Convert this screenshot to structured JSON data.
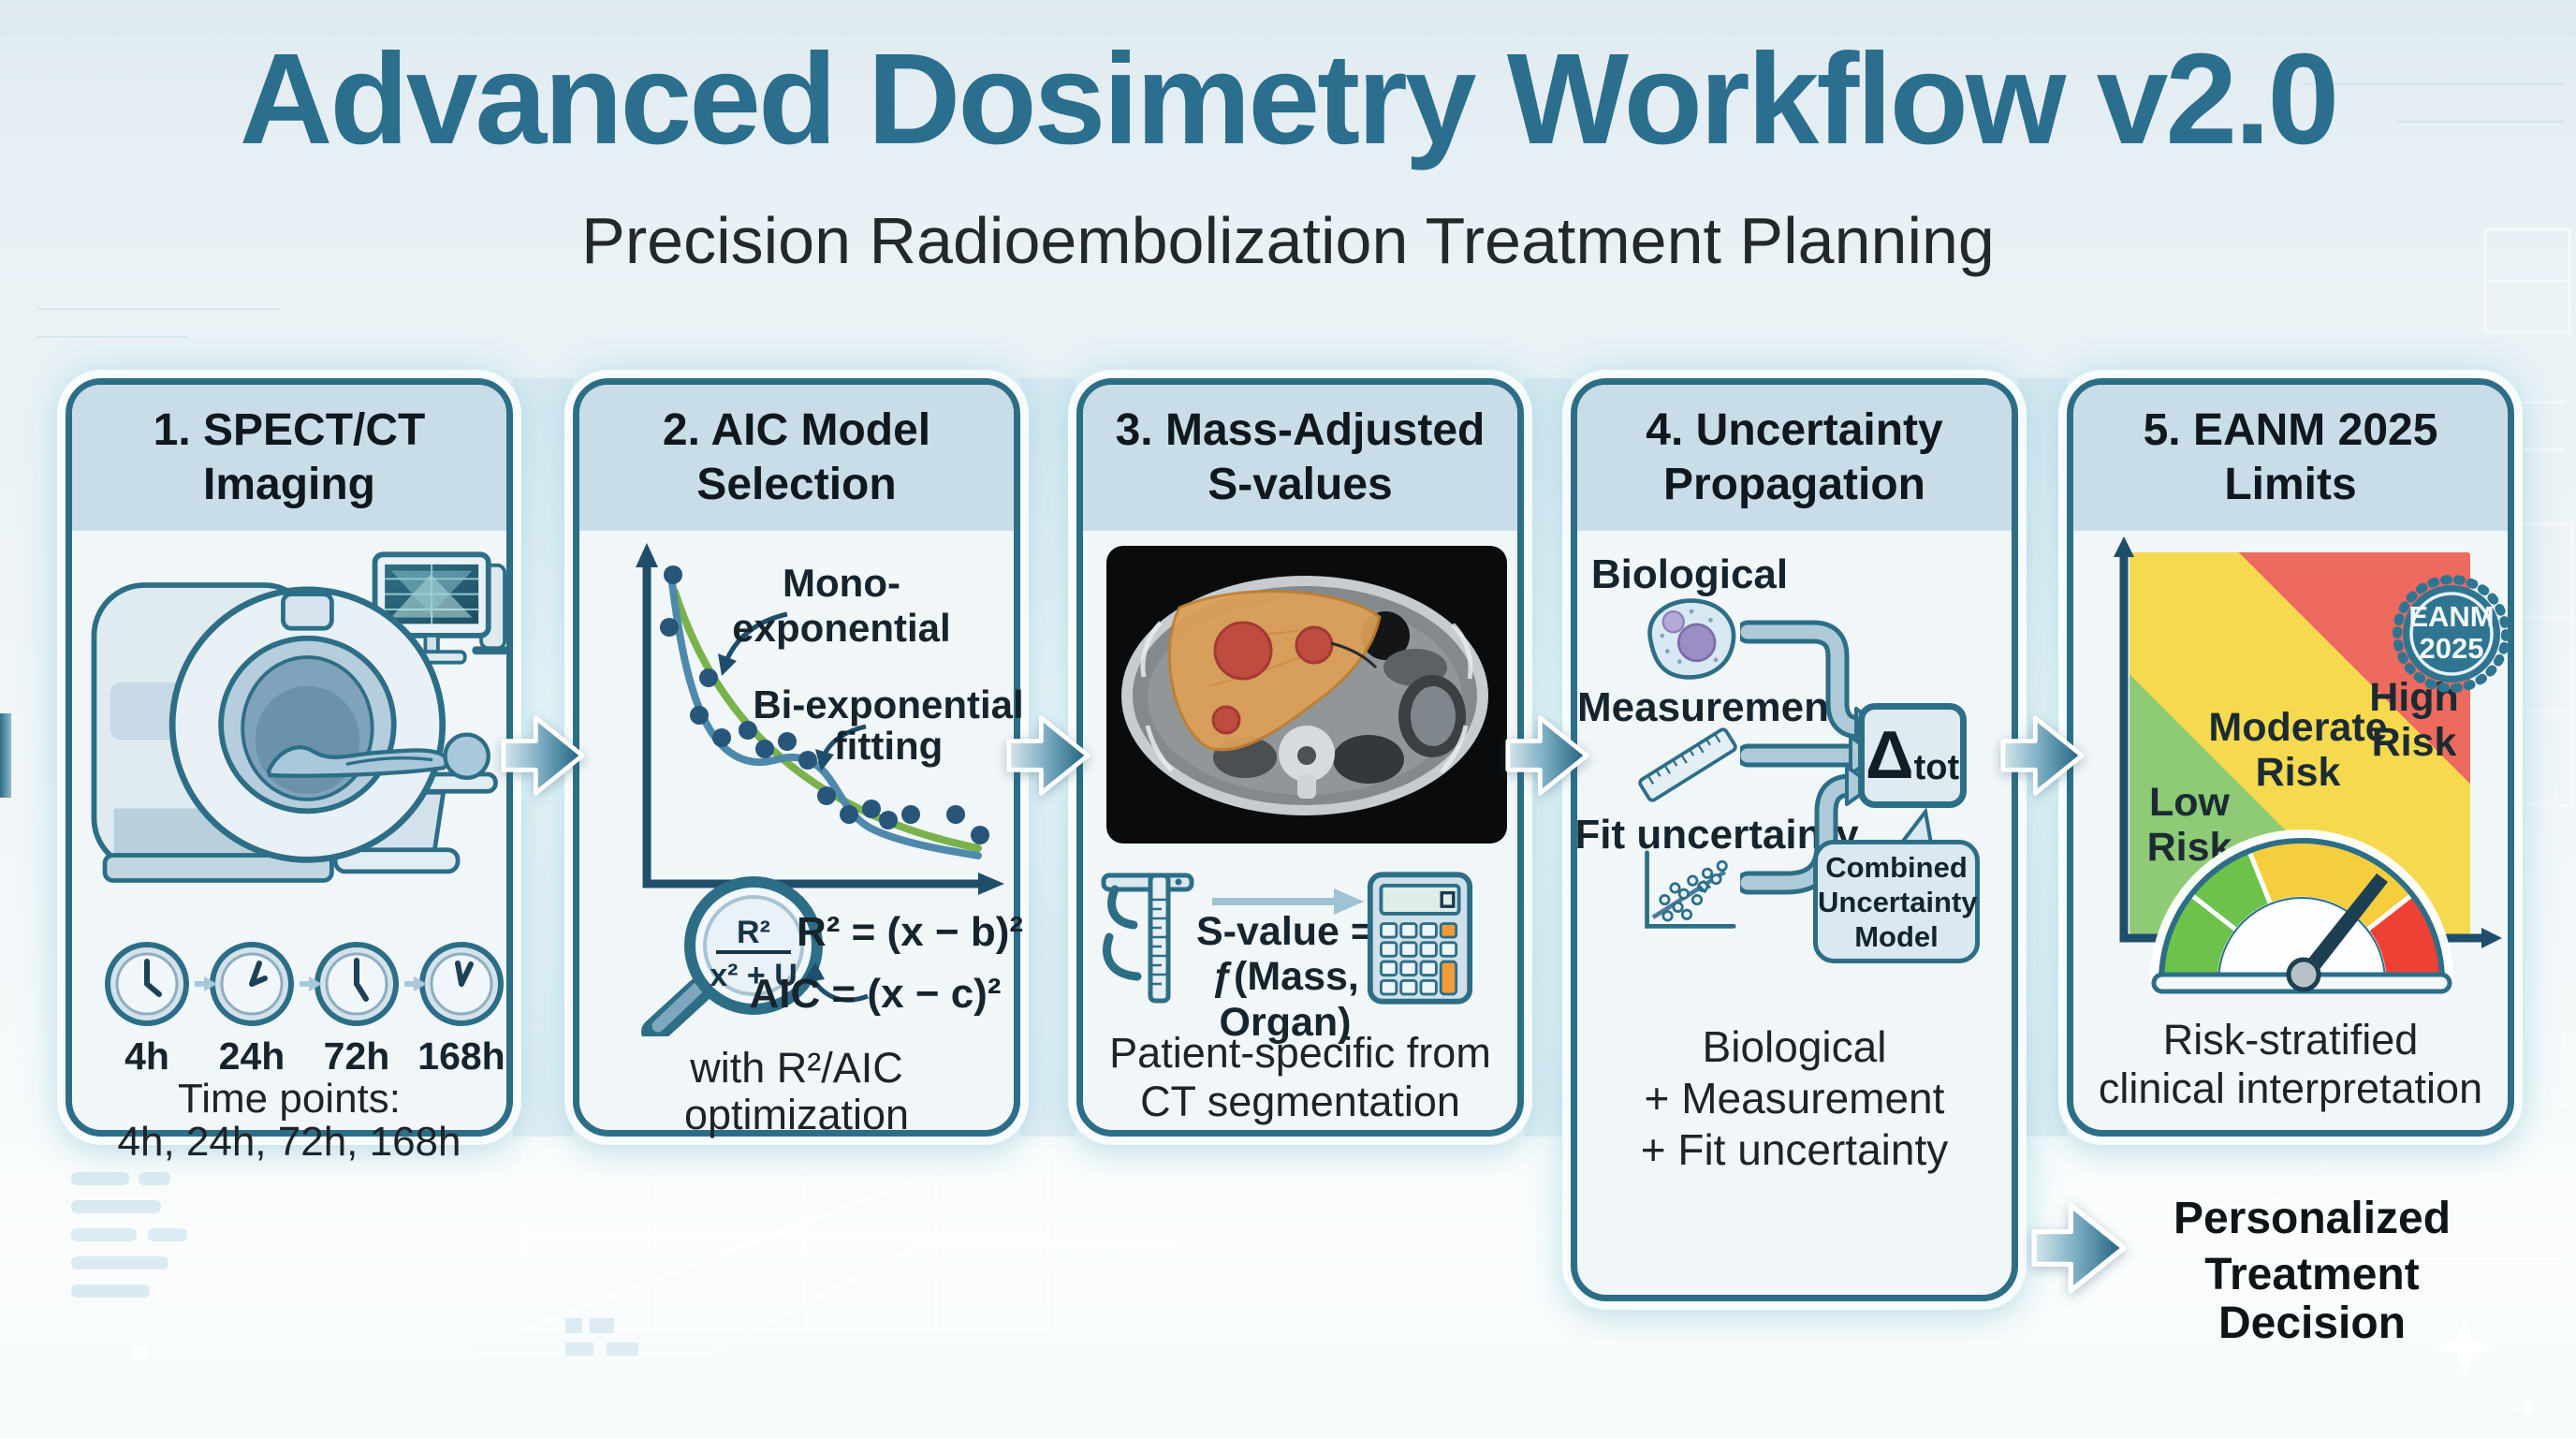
{
  "title": "Advanced Dosimetry Workflow v2.0",
  "subtitle": "Precision Radioembolization Treatment Planning",
  "panels": [
    {
      "title": [
        "1. SPECT/CT",
        "Imaging"
      ],
      "clocks": [
        "4h",
        "24h",
        "72h",
        "168h"
      ],
      "caption": [
        "Time points:",
        "4h, 24h, 72h, 168h"
      ]
    },
    {
      "title": [
        "2. AIC Model",
        "Selection"
      ],
      "curve_labels": {
        "mono": "Mono-exponential",
        "bi": [
          "Bi-exponential",
          "fitting"
        ]
      },
      "magnifier": {
        "numerator": "R²",
        "denominator": "x² + U"
      },
      "formulas": [
        "R² = (x − b)²",
        "AIC = (x − c)²"
      ],
      "caption": [
        "with R²/AIC",
        "optimization"
      ]
    },
    {
      "title": [
        "3. Mass-Adjusted",
        "S-values"
      ],
      "svalue": [
        "S-value =",
        "ƒ(Mass, Organ)"
      ],
      "caption": [
        "Patient-specific from",
        "CT segmentation"
      ]
    },
    {
      "title": [
        "4. Uncertainty",
        "Propagation"
      ],
      "inputs": [
        "Biological",
        "Measurement",
        "Fit uncertainty"
      ],
      "delta": {
        "symbol": "Δ",
        "subscript": "tot"
      },
      "bubble": [
        "Combined",
        "Uncertainty",
        "Model"
      ],
      "caption": [
        "Biological",
        "+ Measurement",
        "+ Fit uncertainty"
      ]
    },
    {
      "title": [
        "5. EANM 2025",
        "Limits"
      ],
      "badge": [
        "EANM",
        "2025"
      ],
      "risk": {
        "low": [
          "Low",
          "Risk"
        ],
        "moderate": [
          "Moderate",
          "Risk"
        ],
        "high": [
          "High",
          "Risk"
        ]
      },
      "caption": [
        "Risk-stratified",
        "clinical interpretation"
      ]
    }
  ],
  "outcome": [
    "Personalized",
    "Treatment Decision"
  ],
  "colors": {
    "title_teal": "#2b6e8d",
    "panel_border": "#2d6e87",
    "header_band": "#c9dde8",
    "arrow_dark": "#1d607f",
    "curve_green": "#79b24a",
    "curve_blue": "#4e89ab",
    "liver_orange": "#dd9f58",
    "tumor_red": "#c04b41",
    "risk_green": "#8fca77",
    "risk_yellow": "#f5d94f",
    "risk_red": "#ec6a5e",
    "accent_orange": "#f29b3d",
    "badge_teal": "#2f7592"
  }
}
